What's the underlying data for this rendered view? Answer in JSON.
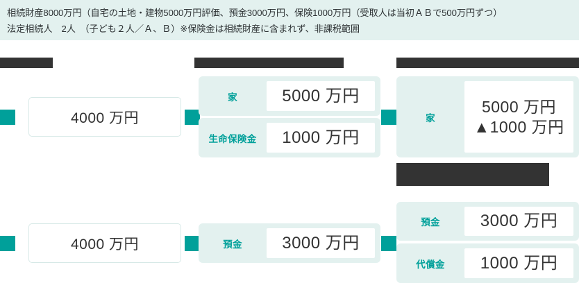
{
  "header": {
    "line1": "相続財産8000万円（自宅の土地・建物5000万円評価、預金3000万円、保険1000万円（受取人は当初ＡＢで500万円ずつ）",
    "line2": "法定相続人　2人　（子ども２人／Ａ、Ｂ）※保険金は相続財産に含まれず、非課税範囲"
  },
  "colors": {
    "accent_teal": "#00a09a",
    "panel_bg": "#e3f1ef",
    "dark_bar": "#333333",
    "text": "#333333"
  },
  "bars": {
    "col1": "",
    "col2": "",
    "col3": "",
    "col3_second": ""
  },
  "columns": {
    "col1": {
      "top_value": "4000 万円",
      "bottom_value": "4000 万円"
    },
    "col2": {
      "rows": [
        {
          "label": "家",
          "value": "5000 万円"
        },
        {
          "label": "生命保険金",
          "value": "1000 万円"
        },
        {
          "label": "預金",
          "value": "3000 万円"
        }
      ]
    },
    "col3": {
      "ie": {
        "label": "家",
        "value_line1": "5000 万円",
        "value_line2": "▲1000 万円"
      },
      "rows": [
        {
          "label": "預金",
          "value": "3000 万円"
        },
        {
          "label": "代償金",
          "value": "1000 万円"
        }
      ]
    }
  }
}
